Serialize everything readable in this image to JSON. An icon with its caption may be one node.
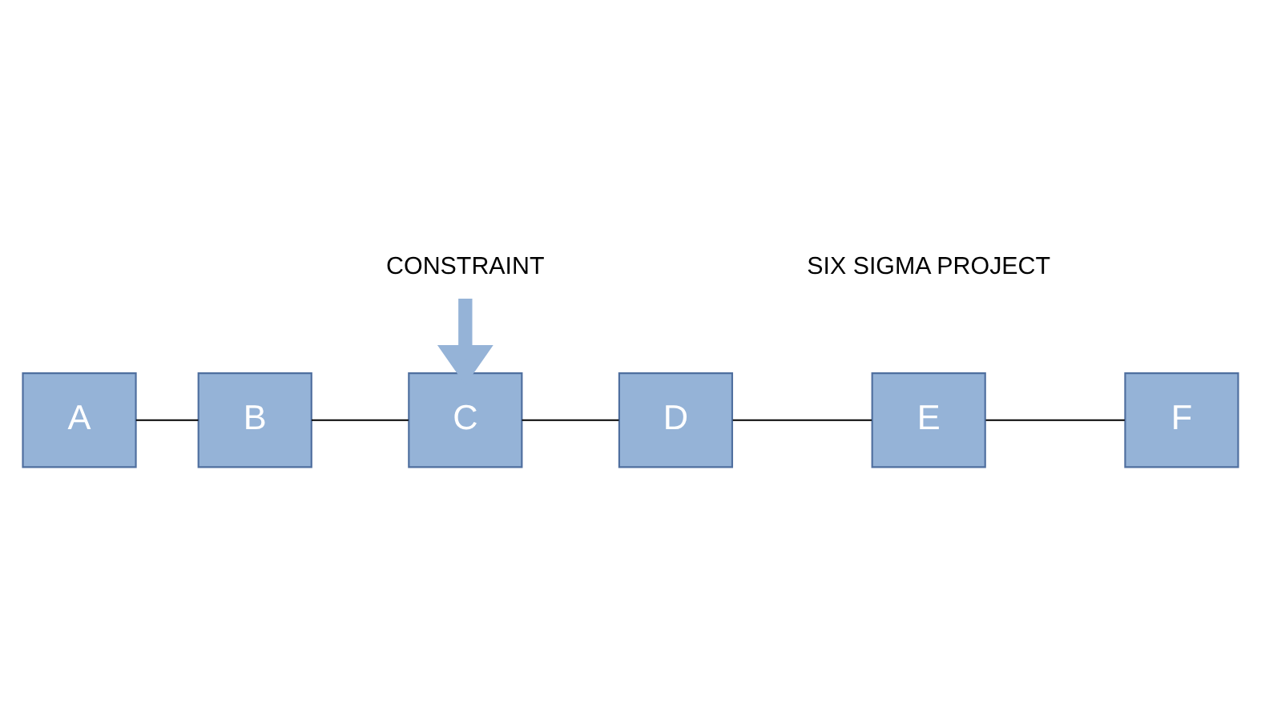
{
  "diagram": {
    "nodes": [
      {
        "text": [
          "CONSTRAINT"
        ]
      },
      {
        "text": [
          "A"
        ]
      },
      {
        "text": [
          "B"
        ]
      },
      {
        "text": [
          "C"
        ]
      },
      {
        "text": [
          "D"
        ]
      },
      {
        "text": [
          "E"
        ]
      },
      {
        "text": [
          "F"
        ]
      }
    ],
    "edges": [
      {
        "from": 0,
        "to": 3,
        "arrow": "to",
        "style": "thick",
        "color": "#95b3d7"
      },
      {
        "from": 1,
        "to": 2,
        "arrow": "none"
      },
      {
        "from": 2,
        "to": 3,
        "arrow": "none"
      },
      {
        "from": 3,
        "to": 4,
        "arrow": "none"
      },
      {
        "from": 4,
        "to": 5,
        "arrow": "none"
      },
      {
        "from": 5,
        "to": 6,
        "arrow": "none"
      }
    ],
    "labels": [
      "SIX SIGMA PROJECT"
    ]
  }
}
